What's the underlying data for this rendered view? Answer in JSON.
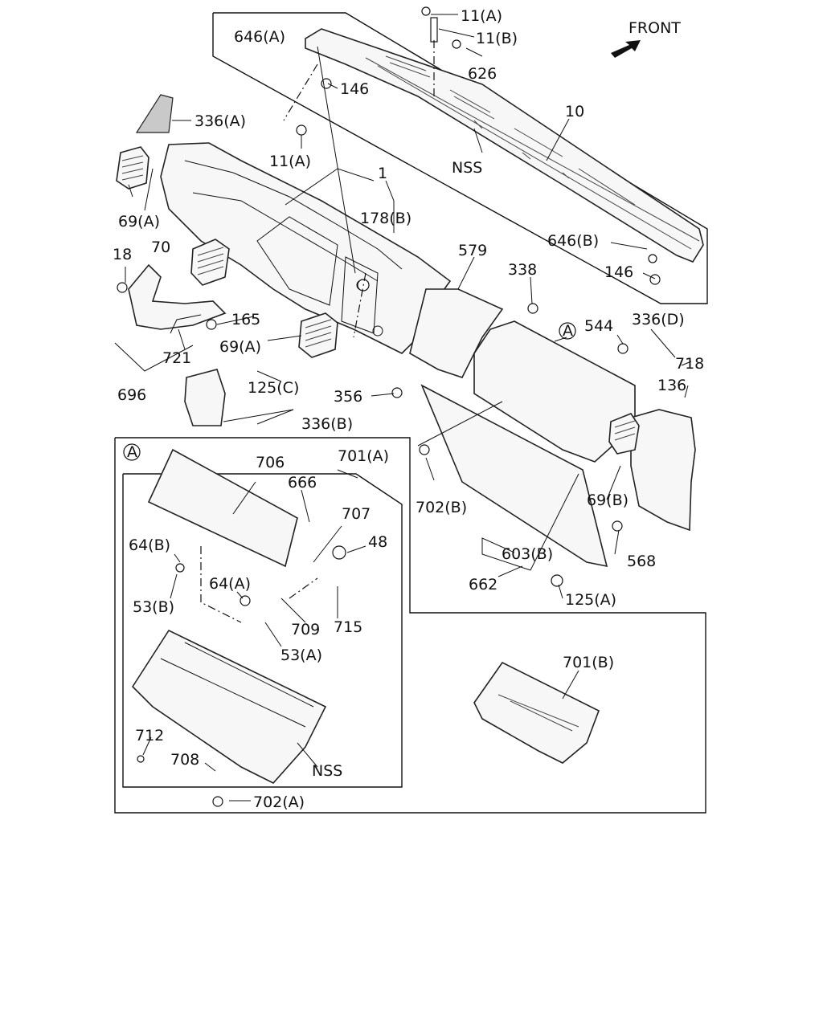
{
  "front_label": "FRONT",
  "labels": {
    "l_11a_top": "11(A)",
    "l_11b": "11(B)",
    "l_646a": "646(A)",
    "l_626": "626",
    "l_146_top": "146",
    "l_10": "10",
    "l_336a": "336(A)",
    "l_11a_mid": "11(A)",
    "l_nss_top": "NSS",
    "l_1": "1",
    "l_178b": "178(B)",
    "l_69a_left": "69(A)",
    "l_646b": "646(B)",
    "l_70": "70",
    "l_579": "579",
    "l_18": "18",
    "l_338": "338",
    "l_146_right": "146",
    "l_165": "165",
    "l_circleA_top": "A",
    "l_544": "544",
    "l_336d": "336(D)",
    "l_69a_mid": "69(A)",
    "l_721": "721",
    "l_718": "718",
    "l_125c": "125(C)",
    "l_136": "136",
    "l_696": "696",
    "l_356": "356",
    "l_336b": "336(B)",
    "l_circleA_inset": "A",
    "l_706": "706",
    "l_701a": "701(A)",
    "l_666": "666",
    "l_707": "707",
    "l_702b": "702(B)",
    "l_69b": "69(B)",
    "l_64b": "64(B)",
    "l_48": "48",
    "l_603b": "603(B)",
    "l_568": "568",
    "l_64a": "64(A)",
    "l_662": "662",
    "l_125a": "125(A)",
    "l_53b": "53(B)",
    "l_709": "709",
    "l_715": "715",
    "l_53a": "53(A)",
    "l_701b": "701(B)",
    "l_712": "712",
    "l_708": "708",
    "l_nss_bottom": "NSS",
    "l_702a": "702(A)"
  }
}
